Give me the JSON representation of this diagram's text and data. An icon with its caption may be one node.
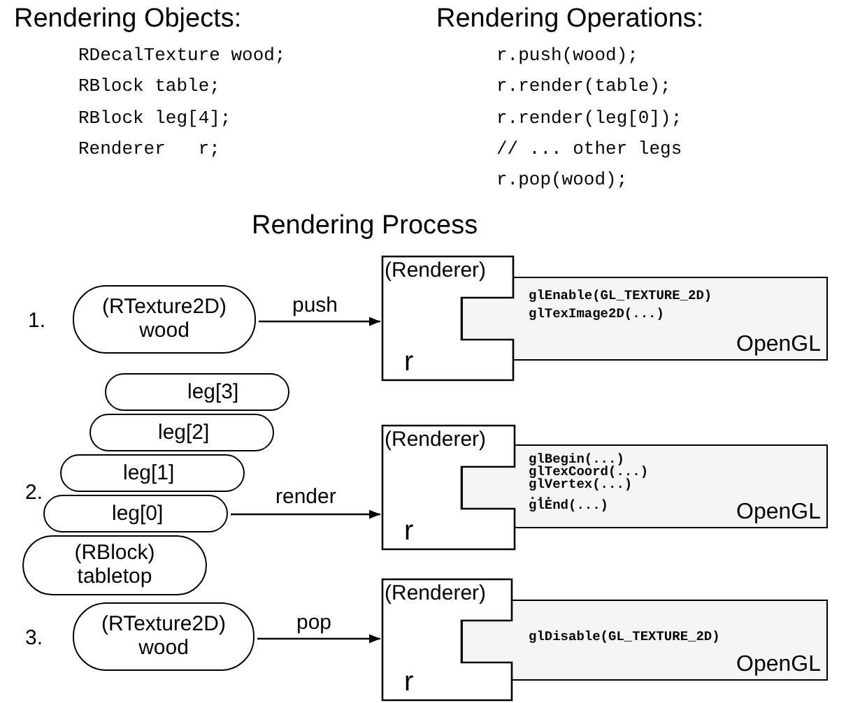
{
  "diagram": {
    "nodes": [
      {
        "text": [
          "(RTexture2D)",
          "wood"
        ]
      },
      {
        "text": [
          "(Renderer)",
          "r"
        ]
      },
      {
        "text": [
          "glEnable(GL_TEXTURE_2D)",
          "glTexImage2D(...)",
          "OpenGL"
        ]
      },
      {
        "text": [
          "leg[3]"
        ]
      },
      {
        "text": [
          "leg[2]"
        ]
      },
      {
        "text": [
          "leg[1]"
        ]
      },
      {
        "text": [
          "leg[0]"
        ]
      },
      {
        "text": [
          "(RBlock)",
          "tabletop"
        ]
      },
      {
        "text": [
          "(Renderer)",
          "r"
        ]
      },
      {
        "text": [
          "glBegin(...)",
          "glTexCoord(...)",
          "glVertex(...)",
          "...",
          "glEnd(...)",
          "OpenGL"
        ]
      },
      {
        "text": [
          "(RTexture2D)",
          "wood"
        ]
      },
      {
        "text": [
          "(Renderer)",
          "r"
        ]
      },
      {
        "text": [
          "glDisable(GL_TEXTURE_2D)",
          "OpenGL"
        ]
      }
    ],
    "edges": [
      {
        "from": 0,
        "to": 1,
        "arrow": "to",
        "label": "push"
      },
      {
        "from": 6,
        "to": 8,
        "arrow": "to",
        "label": "render"
      },
      {
        "from": 10,
        "to": 11,
        "arrow": "to",
        "label": "pop"
      }
    ],
    "labels": [
      "Rendering Objects:",
      "RDecalTexture wood;",
      "RBlock table;",
      "RBlock leg[4];",
      "Renderer   r;",
      "Rendering Operations:",
      "r.push(wood);",
      "r.render(table);",
      "r.render(leg[0]);",
      "// ... other legs",
      "r.pop(wood);",
      "Rendering Process",
      "1.",
      "2.",
      "3."
    ]
  }
}
